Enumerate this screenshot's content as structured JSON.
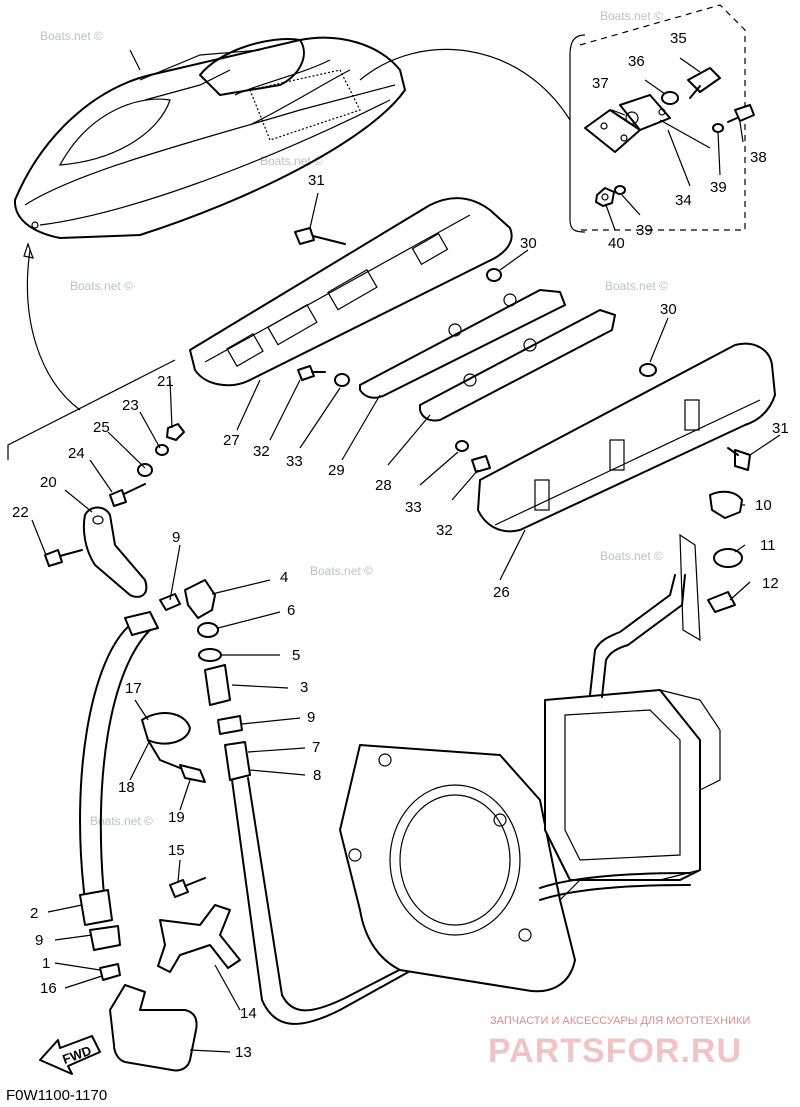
{
  "diagram_code": "F0W1100-1170",
  "fwd_label": "FWD",
  "watermark": "Boats.net ©",
  "brand_tagline": "ЗАПЧАСТИ И АКСЕССУАРЫ ДЛЯ МОТОТЕХНИКИ",
  "brand_name": "PARTSFOR.RU",
  "callouts": {
    "c1": "1",
    "c2": "2",
    "c3": "3",
    "c4": "4",
    "c5": "5",
    "c6": "6",
    "c7": "7",
    "c8": "8",
    "c9a": "9",
    "c9b": "9",
    "c9c": "9",
    "c10": "10",
    "c11": "11",
    "c12": "12",
    "c13": "13",
    "c14": "14",
    "c15": "15",
    "c16": "16",
    "c17": "17",
    "c18": "18",
    "c19": "19",
    "c20": "20",
    "c21": "21",
    "c22": "22",
    "c23": "23",
    "c24": "24",
    "c25": "25",
    "c26": "26",
    "c27": "27",
    "c28": "28",
    "c29": "29",
    "c30a": "30",
    "c30b": "30",
    "c31a": "31",
    "c31b": "31",
    "c32a": "32",
    "c32b": "32",
    "c33a": "33",
    "c33b": "33",
    "c34": "34",
    "c35": "35",
    "c36": "36",
    "c37": "37",
    "c38": "38",
    "c39a": "39",
    "c39b": "39",
    "c40": "40"
  }
}
